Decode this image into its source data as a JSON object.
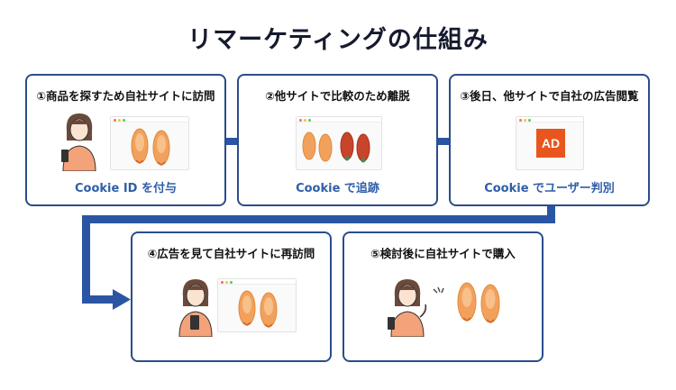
{
  "title": "リマーケティングの仕組み",
  "steps": [
    {
      "title": "①商品を探すため自社サイトに訪問",
      "caption": "Cookie ID を付与"
    },
    {
      "title": "②他サイトで比較のため離脱",
      "caption": "Cookie で追跡"
    },
    {
      "title": "③後日、他サイトで自社の広告閲覧",
      "caption": "Cookie でユーザー判別",
      "ad_label": "AD"
    },
    {
      "title": "④広告を見て自社サイトに再訪問"
    },
    {
      "title": "⑤検討後に自社サイトで購入"
    }
  ],
  "colors": {
    "border": "#2a4d8c",
    "arrow": "#2a55a3",
    "caption": "#2f5ea8",
    "ad": "#e8561d",
    "shoe": "#f2a15c",
    "shoe_red": "#c8442a"
  },
  "icons": [
    "woman-with-phone-icon",
    "browser-window-icon",
    "shoes-icon",
    "ad-banner-icon",
    "arrow-right-icon",
    "waving-hand-icon"
  ]
}
